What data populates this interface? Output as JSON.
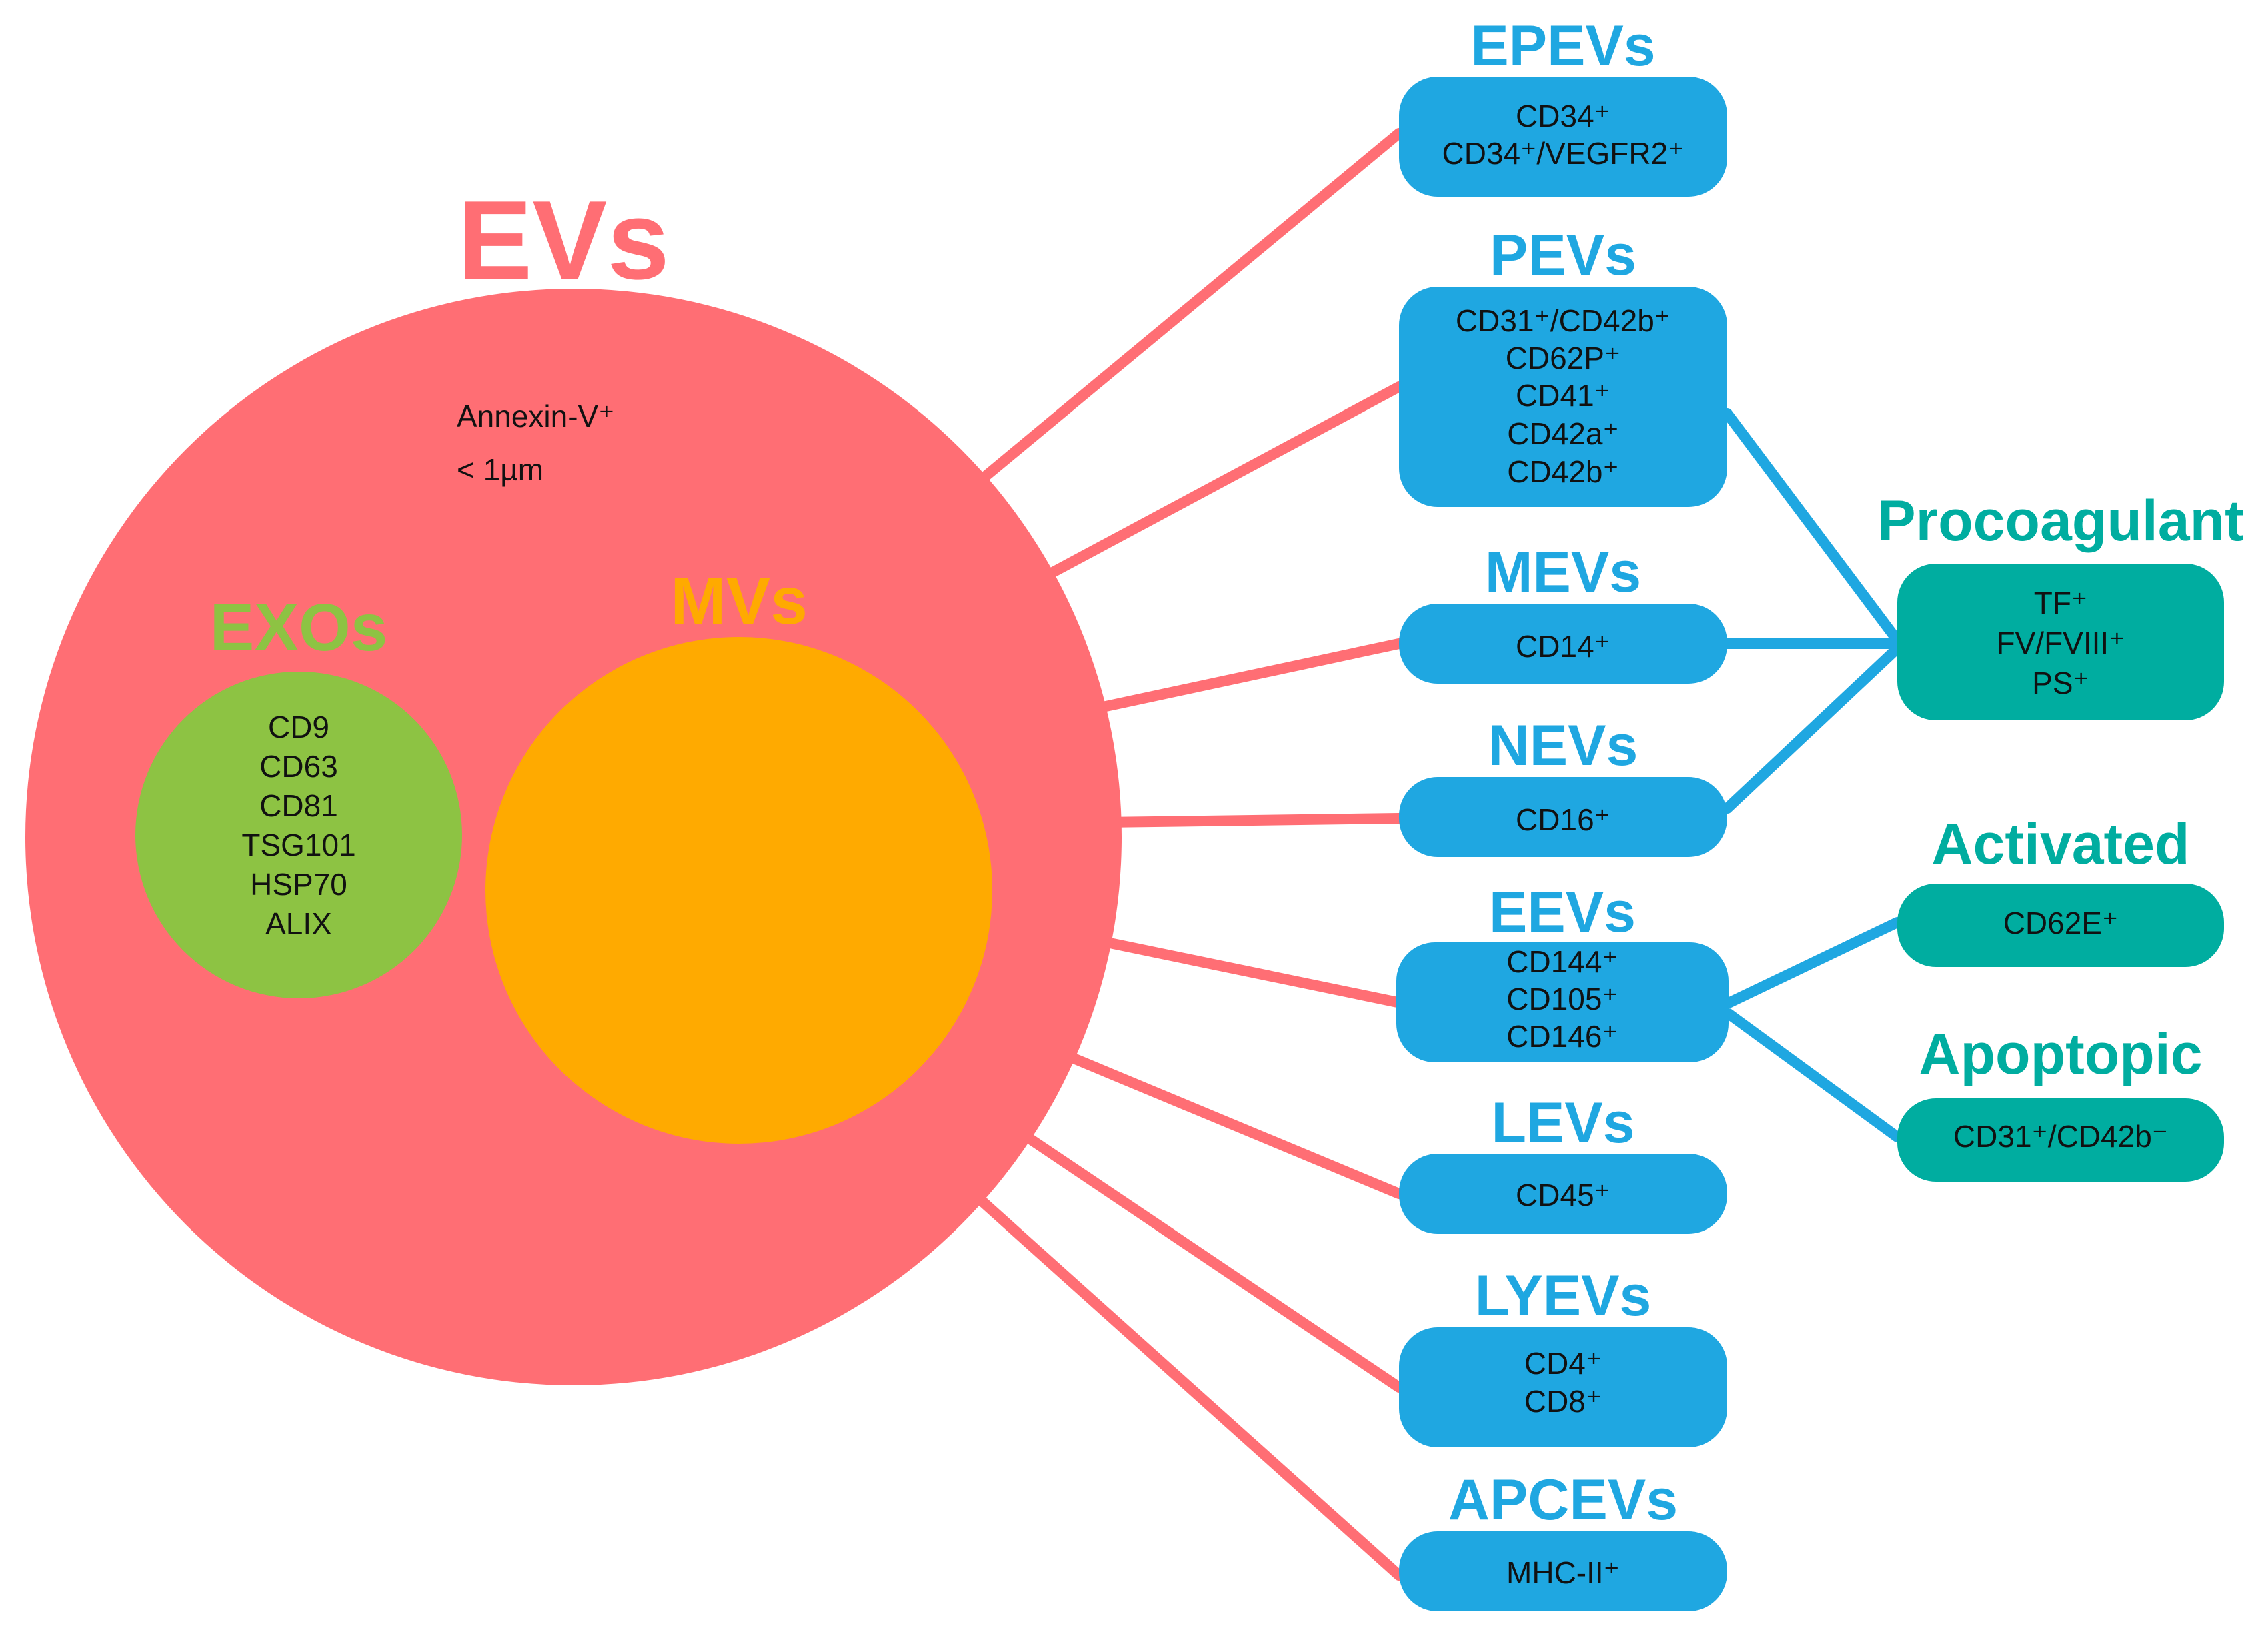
{
  "colors": {
    "ev": "#FF6E74",
    "exo": "#8DC343",
    "mv": "#FFAA00",
    "category": "#1FA7E1",
    "state": "#00ADA0",
    "text": "#111111"
  },
  "ev_circle": {
    "title": "EVs",
    "marker_lines": [
      "Annexin-V⁺",
      "< 1µm"
    ]
  },
  "exo_circle": {
    "title": "EXOs",
    "markers": [
      "CD9",
      "CD63",
      "CD81",
      "TSG101",
      "HSP70",
      "ALIX"
    ]
  },
  "mv_circle": {
    "title": "MVs"
  },
  "categories": [
    {
      "id": "epevs",
      "title": "EPEVs",
      "markers": [
        "CD34⁺",
        "CD34⁺/VEGFR2⁺"
      ]
    },
    {
      "id": "pevs",
      "title": "PEVs",
      "markers": [
        "CD31⁺/CD42b⁺",
        "CD62P⁺",
        "CD41⁺",
        "CD42a⁺",
        "CD42b⁺"
      ]
    },
    {
      "id": "mevs",
      "title": "MEVs",
      "markers": [
        "CD14⁺"
      ]
    },
    {
      "id": "nevs",
      "title": "NEVs",
      "markers": [
        "CD16⁺"
      ]
    },
    {
      "id": "eevs",
      "title": "EEVs",
      "markers": [
        "CD144⁺",
        "CD105⁺",
        "CD146⁺"
      ]
    },
    {
      "id": "levs",
      "title": "LEVs",
      "markers": [
        "CD45⁺"
      ]
    },
    {
      "id": "lyevs",
      "title": "LYEVs",
      "markers": [
        "CD4⁺",
        "CD8⁺"
      ]
    },
    {
      "id": "apcevs",
      "title": "APCEVs",
      "markers": [
        "MHC-II⁺"
      ]
    }
  ],
  "states": [
    {
      "id": "procoagulant",
      "title": "Procoagulant",
      "markers": [
        "TF⁺",
        "FV/FVIII⁺",
        "PS⁺"
      ],
      "linked_from": [
        "pevs",
        "mevs",
        "nevs"
      ]
    },
    {
      "id": "activated",
      "title": "Activated",
      "markers": [
        "CD62E⁺"
      ],
      "linked_from": [
        "eevs"
      ]
    },
    {
      "id": "apoptopic",
      "title": "Apoptopic",
      "markers": [
        "CD31⁺/CD42b⁻"
      ],
      "linked_from": [
        "eevs"
      ]
    }
  ]
}
